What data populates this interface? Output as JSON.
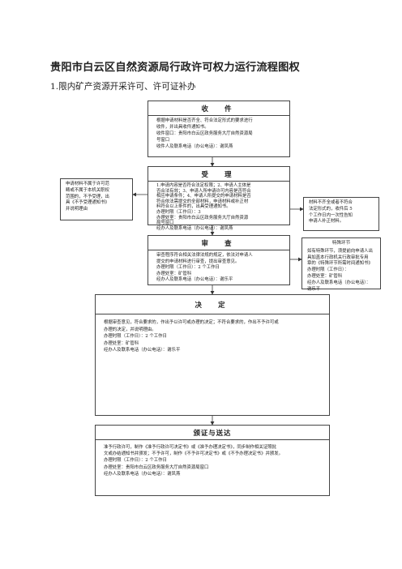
{
  "document": {
    "title": "贵阳市白云区自然资源局行政许可权力运行流程图权",
    "subtitle": "1.限内矿产资源开采许可、许可证补办"
  },
  "receive": {
    "title": "收　件",
    "lines": [
      "根据申请材料是否齐全、符合法定形式的要求进行",
      "收件，并出具收件通知书。",
      "收件窗口：贵阳市白云区政务服务大厅自然资源局",
      "号窗口",
      "收件人及联系电话（办公电话）：谢凤燕"
    ]
  },
  "left_note": {
    "lines": [
      "申请材料不属于许可范",
      "畴或不属于本机关职权",
      "范围的，不予受理，出",
      "具《不予受理通知书》",
      "并说明理由"
    ]
  },
  "accept": {
    "title": "受　理",
    "lines": [
      "1.申请内容是否符合法定权限；2、申请人主体是",
      "否合法有效；3、申请人所申请许可内容是否符合",
      "相应申请条件；4、申请人所提交的申请材料是否",
      "符合依法需提交的全部材料，申请材料或补正材",
      "料符合以上条件的，出具受理通知书。",
      "办理时限（工作日）：3",
      "办理处室：贵阳市白云区政务服务大厅自然资源",
      "局号窗口",
      "经办人及联系电话（办公电话）：谢凤燕"
    ]
  },
  "right_note": {
    "lines": [
      "材料不齐全或者不符合",
      "法定形式的，收件后 5",
      "个工作日内一次性告知",
      "申请人补正材料。"
    ]
  },
  "special": {
    "title": "特殊环节",
    "lines": [
      "如有特殊环节，须提前向申请人出",
      "具加盖本行政机关行政审批专用",
      "章的《特殊环节所需时间通知书》",
      "办理时限（工作日）：",
      "办理处室：矿管科",
      "经办人及联系电话（办公电话）：",
      "谢乐平"
    ]
  },
  "review": {
    "title": "审　查",
    "lines": [
      "审查程序符合相关法律法规的规定，依法对申请人",
      "提交的申请材料进行审查，提出审查意见。",
      "办理时限（工作日）：2 个工作日",
      "办理处室：矿管科",
      "经办人及联系电话（办公电话）：谢乐平"
    ]
  },
  "decide": {
    "title": "决　定",
    "lines": [
      "根据审查意见，符合要求的，作出予以许可或办理的决定；不符合要求的，作出不予许可或",
      "办理的决定，并说明理由。",
      "办理时限（工作日）：2 个工作日",
      "办理处室：矿管科",
      "经办人及联系电话（办公电话）：谢乐平"
    ]
  },
  "issue": {
    "title": "颁证与送达",
    "lines": [
      "准予行政许可，制作《准予行政许可决定书》或《准予办理决定书》，同步制作相关证照批",
      "文或办结通知书并颁发；不予许可，制作《不予许可决定书》或《不予办理决定书》并颁发。",
      "办理时限（工作日）：2 个工作日",
      "办理处室：贵阳市白云区政务服务大厅自然资源局窗口",
      "经办人及联系电话（办公电话）：谢凤燕"
    ]
  }
}
